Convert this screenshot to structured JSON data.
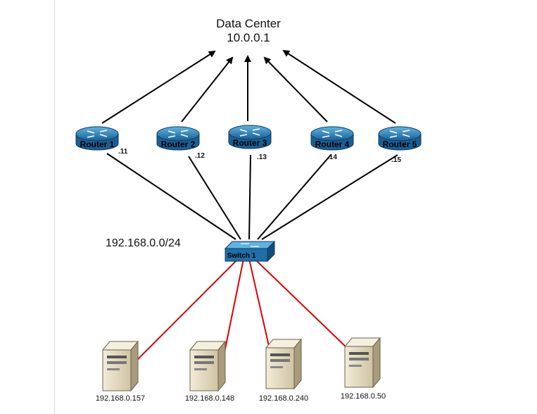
{
  "title": {
    "line1": "Data Center",
    "line2": "10.0.0.1"
  },
  "subnet": "192.168.0.0/24",
  "switch": {
    "label": "Switch 1"
  },
  "routers": [
    {
      "label": "Router 1",
      "ip": ".11"
    },
    {
      "label": "Router 2",
      "ip": ".12"
    },
    {
      "label": "Router 3",
      "ip": ".13"
    },
    {
      "label": "Router 4",
      "ip": ".14"
    },
    {
      "label": "Router 5",
      "ip": ".15"
    }
  ],
  "servers": [
    {
      "label": "192.168.0.157"
    },
    {
      "label": "192.168.0.148"
    },
    {
      "label": "192.168.0.240"
    },
    {
      "label": "192.168.0.50"
    }
  ],
  "colors": {
    "device": "#1f6fa8",
    "device_light": "#4ea3d6",
    "arrow": "#000000",
    "server_link": "#e00000"
  }
}
